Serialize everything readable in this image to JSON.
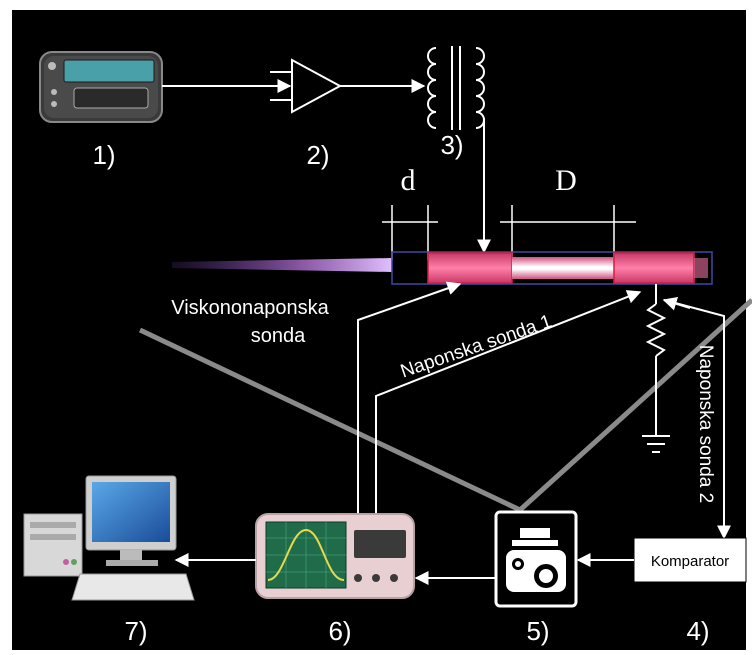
{
  "labels": {
    "n1": "1)",
    "n2": "2)",
    "n3": "3)",
    "n4": "4)",
    "n5": "5)",
    "n6": "6)",
    "n7": "7)",
    "d": "d",
    "D": "D",
    "probe_hv_line1": "Viskononaponska",
    "probe_hv_line2": "sonda",
    "probe1": "Naponska sonda 1",
    "probe2": "Naponska sonda 2",
    "comparator": "Komparator"
  },
  "icons": {
    "generator": "function-generator-icon",
    "amplifier": "amplifier-icon",
    "transformer": "transformer-icon",
    "tube": "plasma-tube",
    "resistor": "resistor-icon",
    "ground": "ground-icon",
    "camera": "camera-icon",
    "oscilloscope": "oscilloscope-icon",
    "computer": "computer-icon"
  },
  "colors": {
    "background": "#000000",
    "wire": "#ffffff",
    "plasma_pink": "#e8487a",
    "plasma_core": "#ffffff",
    "scope_body": "#e8cfd2",
    "scope_screen": "#1f6b4a",
    "sine": "#e8d84a",
    "generator_screen": "#4aa0a8"
  }
}
